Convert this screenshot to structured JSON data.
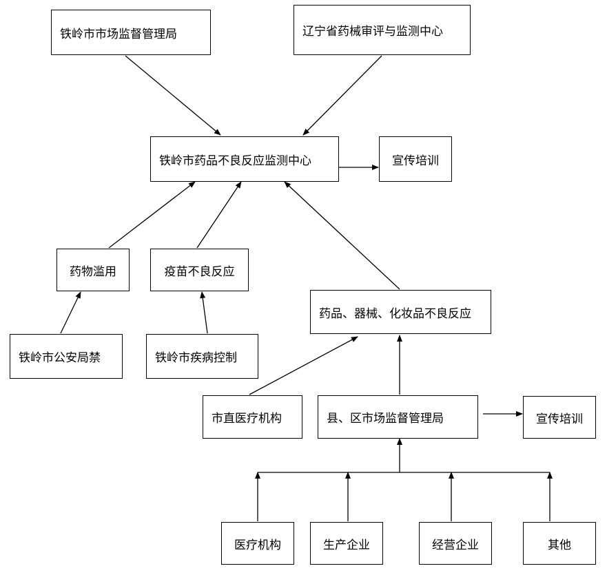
{
  "nodes": {
    "city_market_supervision": "铁岭市市场监督管理局",
    "provincial_center": "辽宁省药械审评与监测中心",
    "monitoring_center": "铁岭市药品不良反应监测中心",
    "training_top": "宣传培训",
    "drug_abuse": "药物滥用",
    "vaccine_reaction": "疫苗不良反应",
    "public_security": "铁岭市公安局禁",
    "disease_control": "铁岭市疾病控制",
    "drug_device_cosmetic": "药品、器械、化妆品不良反应",
    "municipal_medical": "市直医疗机构",
    "county_market_supervision": "县、区市场监督管理局",
    "training_bottom": "宣传培训",
    "medical_institution": "医疗机构",
    "manufacturer": "生产企业",
    "business_enterprise": "经营企业",
    "other": "其他"
  }
}
